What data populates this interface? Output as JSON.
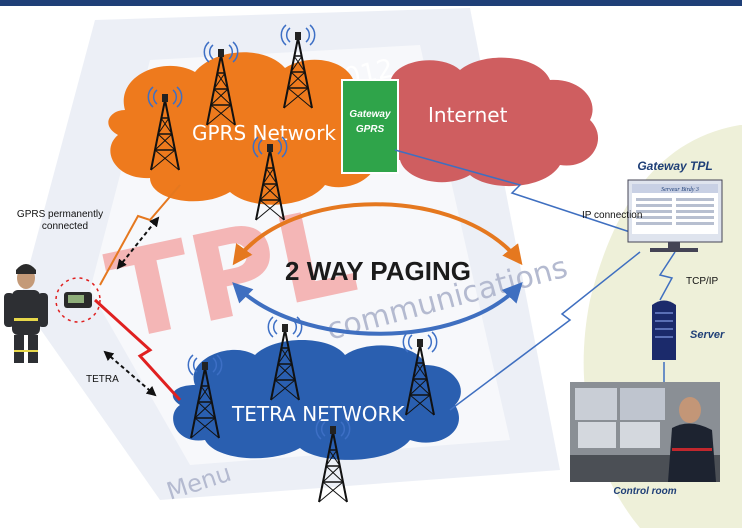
{
  "background": {
    "watermark_year": "2012",
    "watermark_brand": "TPL",
    "watermark_tagline": "communications",
    "watermark_menu": "Menu"
  },
  "clouds": {
    "gprs": {
      "label": "GPRS Network",
      "color": "#ee7a1d"
    },
    "internet": {
      "label": "Internet",
      "color": "#cf5e60"
    },
    "tetra": {
      "label": "TETRA NETWORK",
      "color": "#2a5fb0"
    }
  },
  "gateway_gprs": {
    "line1": "Gateway",
    "line2": "GPRS",
    "color": "#2fa44a"
  },
  "labels": {
    "gprs_connected_line1": "GPRS permanently",
    "gprs_connected_line2": "connected",
    "tetra": "TETRA",
    "paging": "2 WAY PAGING",
    "ip_connection": "IP connection",
    "tcp_ip": "TCP/IP"
  },
  "right_panel": {
    "gateway_title": "Gateway TPL",
    "screen_title": "Serveur Birdy 3",
    "server_label": "Server",
    "control_room_label": "Control room",
    "panel_color": "#eef0d9"
  },
  "arrows": {
    "orange": "#e5781f",
    "blue": "#3f6fc0",
    "red": "#e02020"
  },
  "colors": {
    "top_bar": "#1f3f77"
  }
}
